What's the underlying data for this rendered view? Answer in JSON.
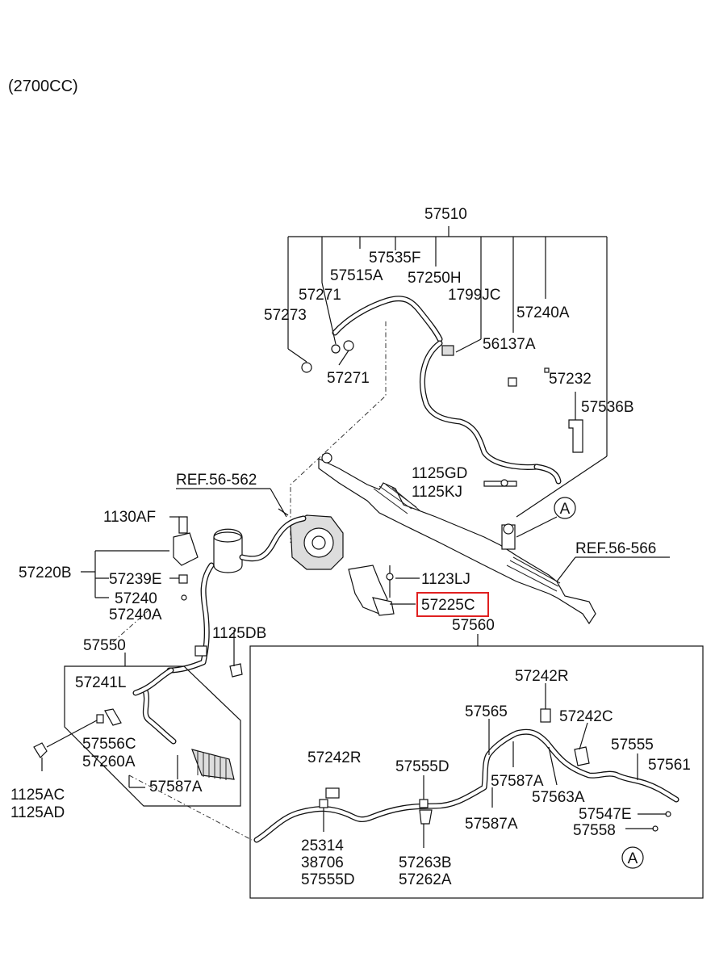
{
  "header": {
    "engine_note": "(2700CC)"
  },
  "labels": {
    "l57510": "57510",
    "l57535F": "57535F",
    "l57515A": "57515A",
    "l57250H": "57250H",
    "l57271a": "57271",
    "l1799JC": "1799JC",
    "l57273": "57273",
    "l57240A_top": "57240A",
    "l56137A": "56137A",
    "l57271b": "57271",
    "l57232": "57232",
    "l57536B": "57536B",
    "l1125GD": "1125GD",
    "l1125KJ": "1125KJ",
    "ref56562": "REF.56-562",
    "l1130AF": "1130AF",
    "callout_A1": "A",
    "ref56566": "REF.56-566",
    "l57220B": "57220B",
    "l57239E": "57239E",
    "l1123LJ": "1123LJ",
    "l57240": "57240",
    "l57240A": "57240A",
    "l57225C": "57225C",
    "l57560": "57560",
    "l1125DB": "1125DB",
    "l57550": "57550",
    "l57242R_top": "57242R",
    "l57241L": "57241L",
    "l57565": "57565",
    "l57242C": "57242C",
    "l57556C": "57556C",
    "l57555": "57555",
    "l57260A": "57260A",
    "l57242R_mid": "57242R",
    "l57555D_top": "57555D",
    "l57561": "57561",
    "l57587A_a": "57587A",
    "l57587A_b": "57587A",
    "l57563A": "57563A",
    "l1125AC": "1125AC",
    "l1125AD": "1125AD",
    "l57547E": "57547E",
    "l57587A_c": "57587A",
    "l57558": "57558",
    "l25314": "25314",
    "l38706": "38706",
    "l57555D_bot": "57555D",
    "l57263B": "57263B",
    "l57262A": "57262A",
    "callout_A2": "A"
  },
  "highlight": {
    "part": "57225C",
    "color": "#e02020"
  }
}
